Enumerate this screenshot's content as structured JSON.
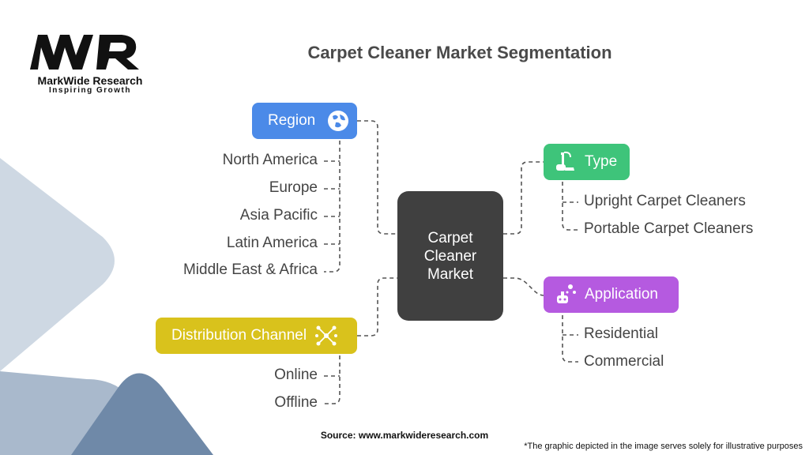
{
  "logo": {
    "mark": "MWR",
    "name": "MarkWide Research",
    "tagline": "Inspiring Growth"
  },
  "title": "Carpet Cleaner Market Segmentation",
  "center": {
    "lines": [
      "Carpet",
      "Cleaner",
      "Market"
    ]
  },
  "segments": {
    "region": {
      "label": "Region",
      "color": "#4b8ae8",
      "icon": "globe-icon",
      "items": [
        "North America",
        "Europe",
        "Asia Pacific",
        "Latin America",
        "Middle East & Africa"
      ]
    },
    "distribution": {
      "label": "Distribution Channel",
      "color": "#d9c21c",
      "icon": "network-icon",
      "items": [
        "Online",
        "Offline"
      ]
    },
    "type": {
      "label": "Type",
      "color": "#3ec47a",
      "icon": "vacuum-icon",
      "items": [
        "Upright Carpet Cleaners",
        "Portable Carpet Cleaners"
      ]
    },
    "application": {
      "label": "Application",
      "color": "#b55ae0",
      "icon": "robot-icon",
      "items": [
        "Residential",
        "Commercial"
      ]
    }
  },
  "source": "Source: www.markwideresearch.com",
  "note": "*The graphic depicted in the image serves solely for illustrative purposes"
}
